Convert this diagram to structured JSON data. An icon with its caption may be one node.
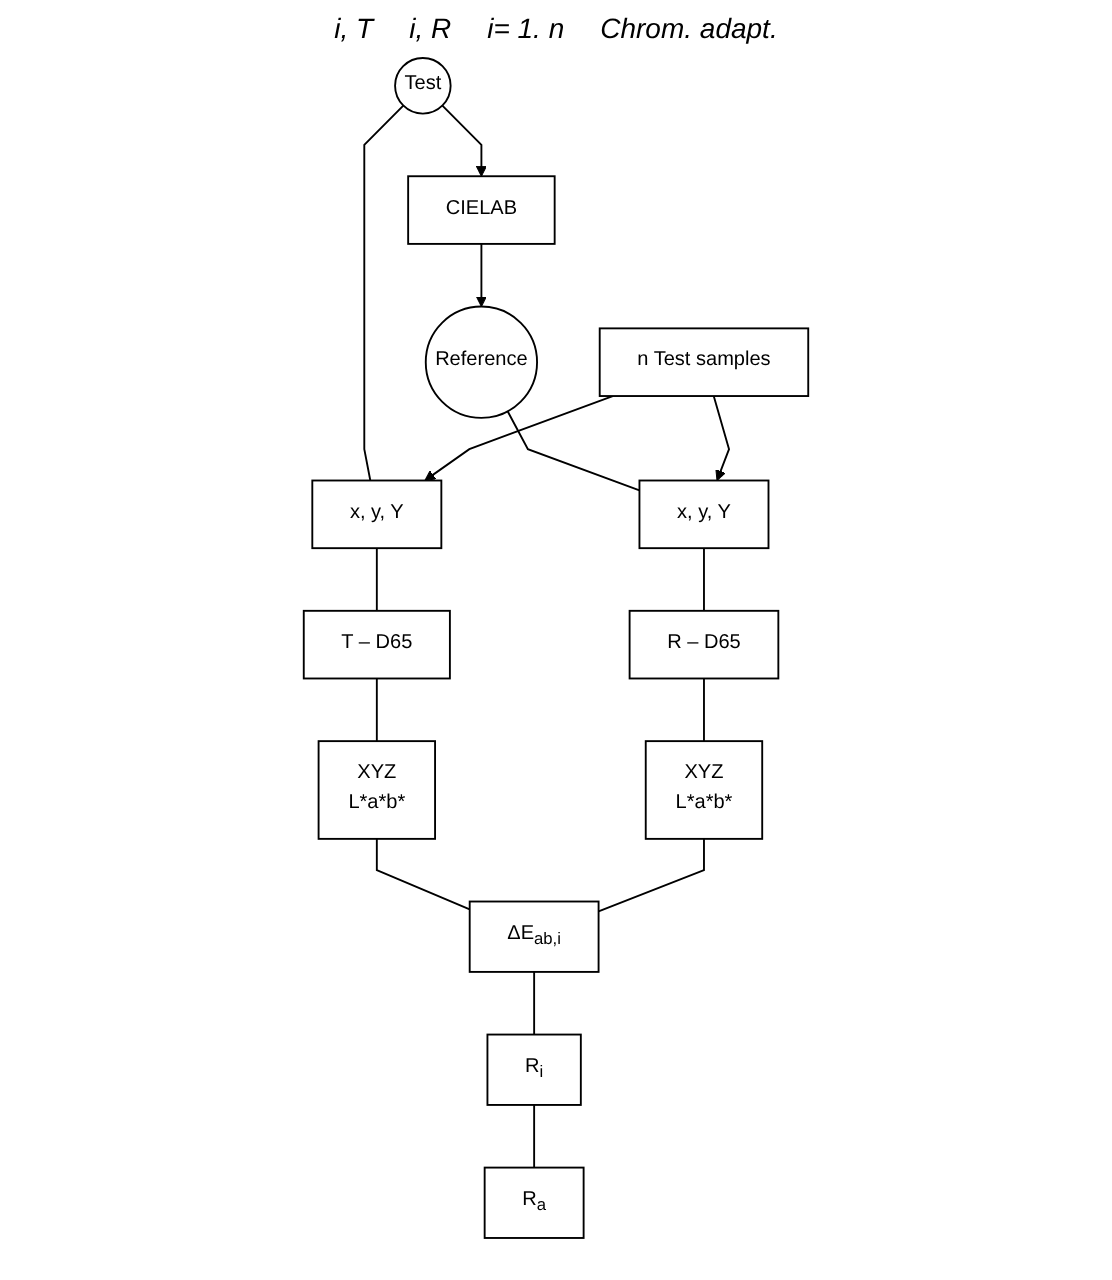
{
  "diagram": {
    "nodes": [
      {
        "text": [
          "Test"
        ]
      },
      {
        "text": [
          "CIELAB"
        ]
      },
      {
        "text": [
          "Reference"
        ]
      },
      {
        "text": [
          "x, y, Y"
        ]
      },
      {
        "text": [
          "n Test samples"
        ]
      },
      {
        "text": [
          "x, y, Y"
        ]
      },
      {
        "text": [
          "T – D65"
        ]
      },
      {
        "text": [
          "R – D65"
        ]
      },
      {
        "text": [
          "XYZ",
          "L*a*b*"
        ]
      },
      {
        "text": [
          "XYZ",
          "L*a*b*"
        ]
      },
      {
        "text": [
          "ΔE$_{ab,i}$"
        ]
      },
      {
        "text": [
          "R$_{i}$"
        ]
      },
      {
        "text": [
          "R$_{a}$"
        ]
      }
    ],
    "edges": [
      {
        "from": 0,
        "to": 1,
        "arrow": "to"
      },
      {
        "from": 1,
        "to": 2,
        "arrow": "to"
      },
      {
        "from": 0,
        "to": 3,
        "arrow": "none"
      },
      {
        "from": 2,
        "to": 5,
        "arrow": "none"
      },
      {
        "from": 4,
        "to": 3,
        "arrow": "to"
      },
      {
        "from": 4,
        "to": 5,
        "arrow": "to"
      },
      {
        "from": 3,
        "to": 6,
        "arrow": "none"
      },
      {
        "from": 5,
        "to": 7,
        "arrow": "none"
      },
      {
        "from": 6,
        "to": 8,
        "arrow": "none"
      },
      {
        "from": 7,
        "to": 9,
        "arrow": "none"
      },
      {
        "from": 8,
        "to": 10,
        "arrow": "none"
      },
      {
        "from": 9,
        "to": 10,
        "arrow": "none"
      },
      {
        "from": 10,
        "to": 11,
        "arrow": "none"
      },
      {
        "from": 11,
        "to": 12,
        "arrow": "none"
      }
    ],
    "labels": [
      "i, T",
      "i, R",
      "i= 1. n",
      "Chrom. adapt."
    ]
  }
}
